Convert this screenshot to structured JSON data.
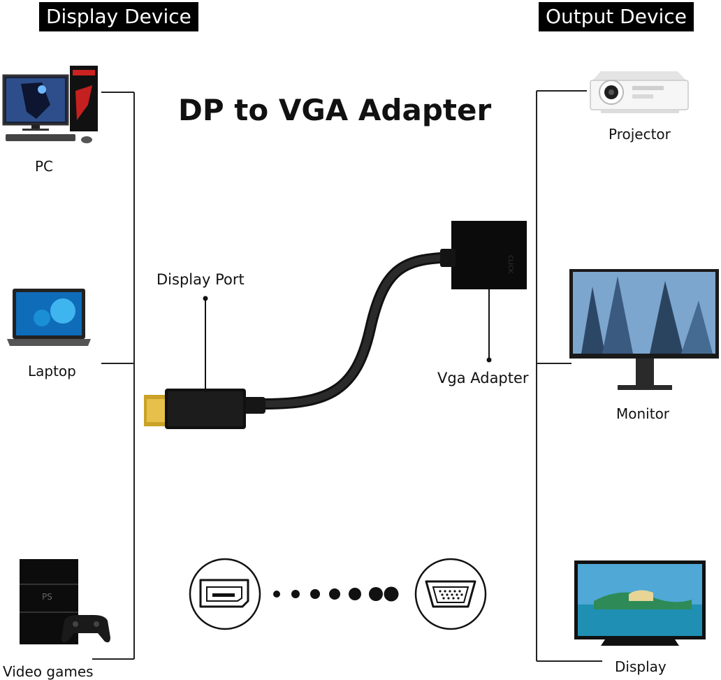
{
  "headers": {
    "input": "Display Device",
    "output": "Output Device"
  },
  "title": "DP to VGA Adapter",
  "input_devices": [
    {
      "name": "pc",
      "label": "PC"
    },
    {
      "name": "laptop",
      "label": "Laptop"
    },
    {
      "name": "video-games",
      "label": "Video games"
    }
  ],
  "output_devices": [
    {
      "name": "projector",
      "label": "Projector"
    },
    {
      "name": "monitor",
      "label": "Monitor"
    },
    {
      "name": "display",
      "label": "Display"
    }
  ],
  "callouts": {
    "display_port": "Display Port",
    "vga_adapter": "Vga Adapter"
  },
  "icons": {
    "dp_port": "displayport-port-icon",
    "vga_port": "vga-port-icon"
  },
  "colors": {
    "header_bg": "#000000",
    "header_text": "#ffffff",
    "connector_gold": "#c9a227",
    "cable": "#111111"
  }
}
